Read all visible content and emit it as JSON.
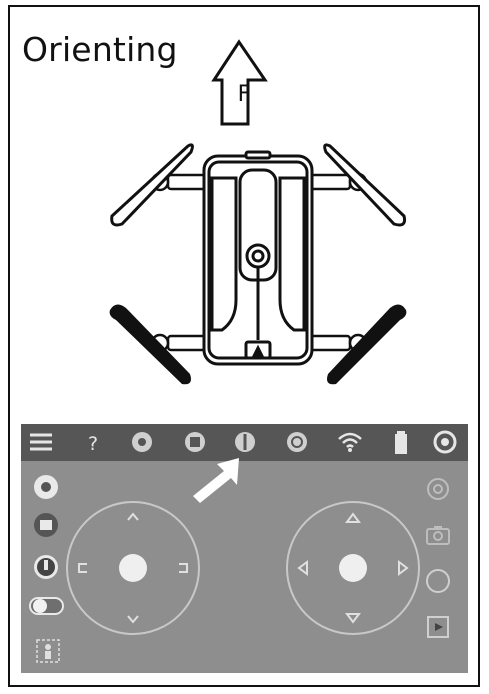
{
  "heading": {
    "title": "Orienting"
  },
  "direction_arrow": {
    "label": "F"
  },
  "app_screen": {
    "topbar_icons": [
      "menu-icon",
      "help-icon",
      "drone-mode-1-icon",
      "drone-mode-2-icon",
      "drone-mode-3-icon",
      "drone-mode-4-icon",
      "wifi-icon",
      "battery-icon",
      "settings-icon"
    ],
    "left_icons": [
      "flight-mode-icon",
      "return-icon",
      "emergency-stop-icon",
      "toggle-switch",
      "person-icon"
    ],
    "right_icons": [
      "gyro-icon",
      "camera-icon",
      "record-icon",
      "gallery-icon"
    ],
    "highlight": "pointer-arrow-icon"
  },
  "colors": {
    "screen_bg": "#8e8e8e",
    "topbar_bg": "#565656",
    "line": "#111111"
  }
}
